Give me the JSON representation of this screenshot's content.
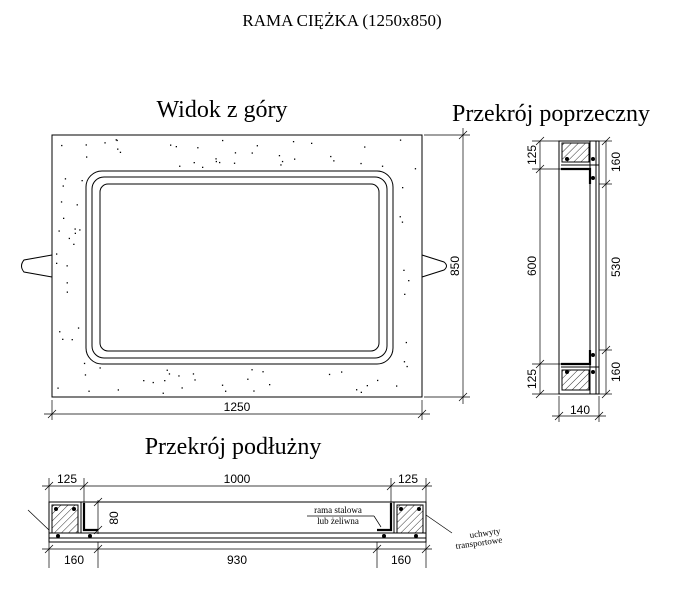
{
  "title": "RAMA CIĘŻKA  (1250x850)",
  "views": {
    "top": "Widok z góry",
    "cross": "Przekrój poprzeczny",
    "long": "Przekrój podłużny"
  },
  "dims": {
    "top_width": "1250",
    "top_height": "850",
    "cross_top_left": "125",
    "cross_top_right": "160",
    "cross_mid_left": "600",
    "cross_mid_right": "530",
    "cross_bot_left": "125",
    "cross_bot_right": "160",
    "cross_width": "140",
    "long_top_left": "125",
    "long_top_mid": "1000",
    "long_top_right": "125",
    "long_depth": "80",
    "long_bot_left": "160",
    "long_bot_mid": "930",
    "long_bot_right": "160"
  },
  "notes": {
    "steel_line1": "rama stalowa",
    "steel_line2": "lub żeliwna",
    "handles_line1": "uchwyty",
    "handles_line2": "transportowe"
  }
}
